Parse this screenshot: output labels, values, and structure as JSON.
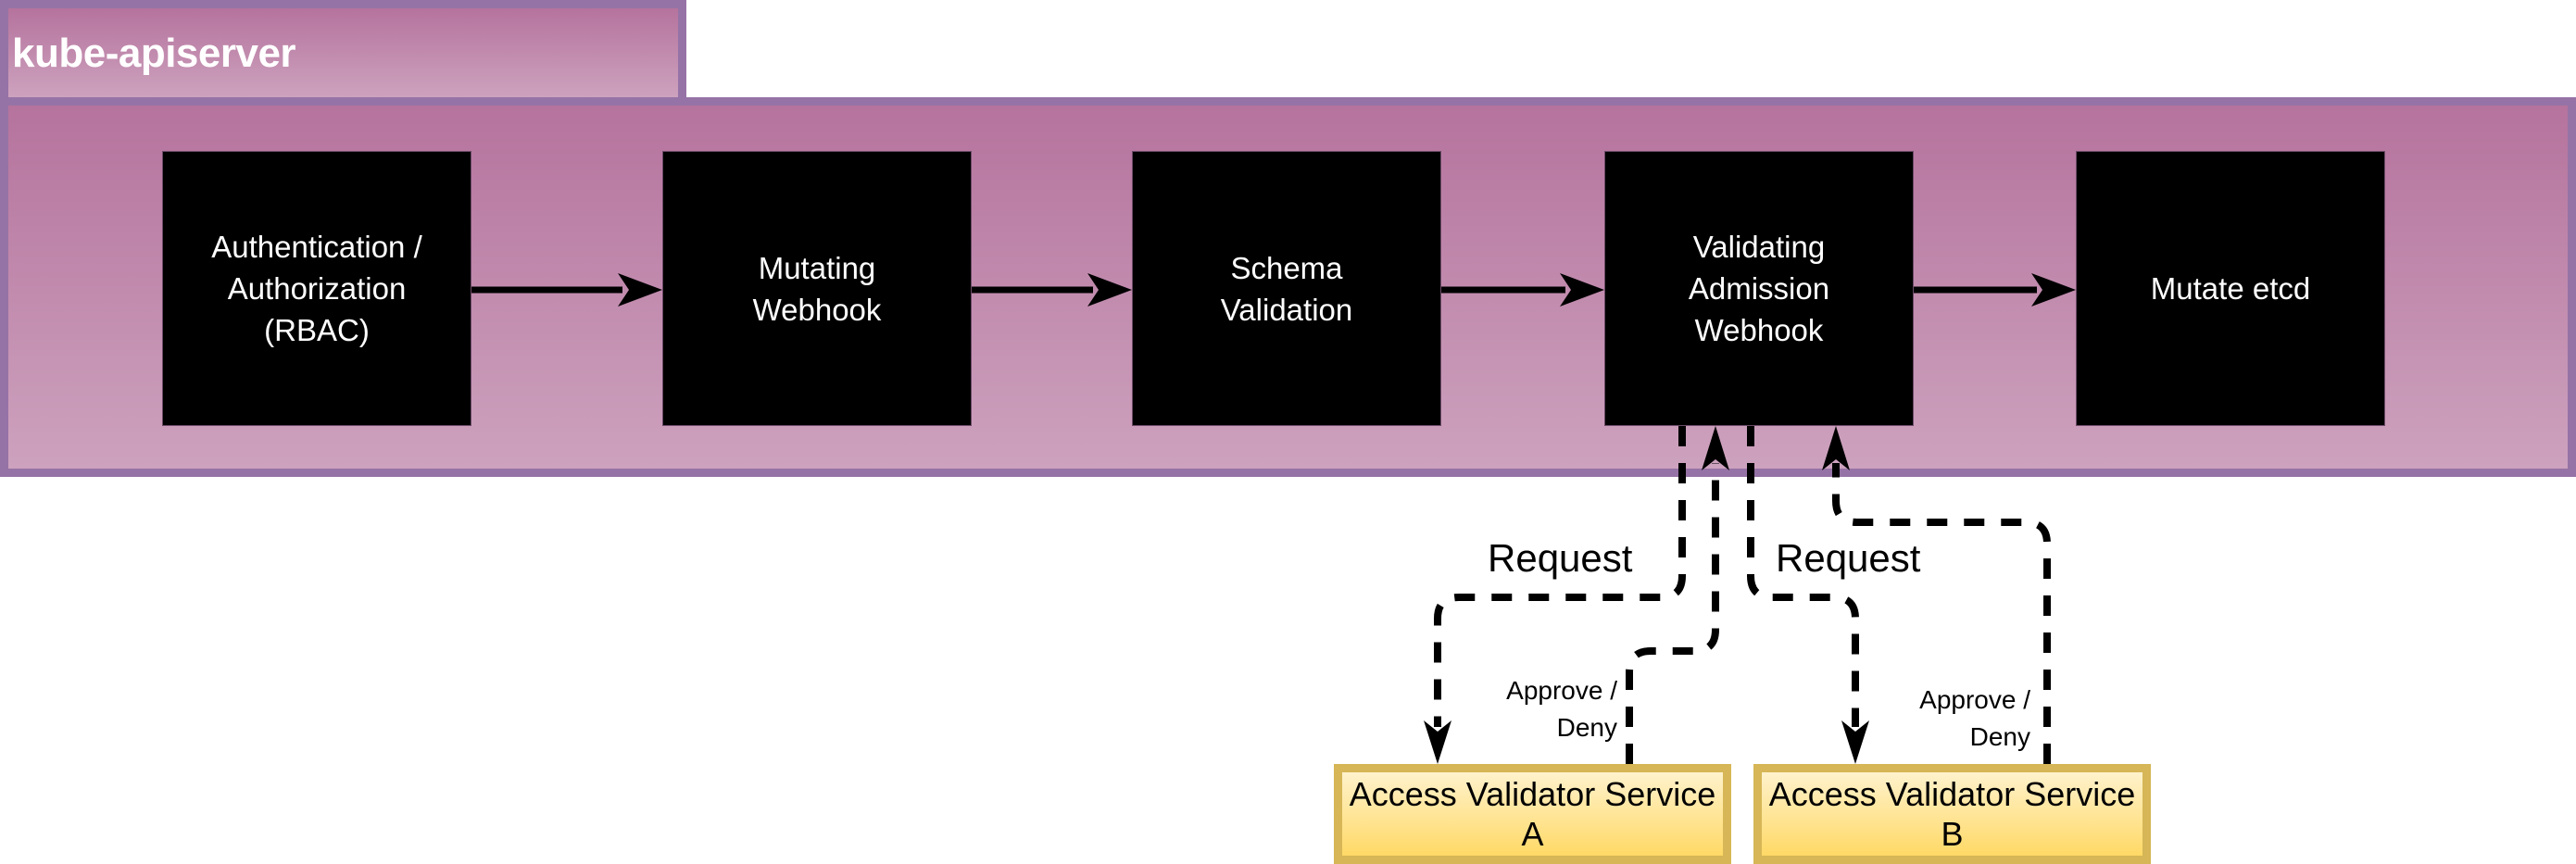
{
  "container": {
    "title": "kube-apiserver",
    "colors": {
      "border": "#9673a6",
      "fill_top": "#b5739d",
      "fill_bottom": "#cda2be"
    }
  },
  "pipeline": {
    "stages": [
      {
        "id": "auth",
        "label": "Authentication /\nAuthorization\n(RBAC)"
      },
      {
        "id": "mutating",
        "label": "Mutating\nWebhook"
      },
      {
        "id": "schema",
        "label": "Schema\nValidation"
      },
      {
        "id": "validating",
        "label": "Validating\nAdmission\nWebhook"
      },
      {
        "id": "etcd",
        "label": "Mutate etcd"
      }
    ],
    "stage_colors": {
      "fill": "#000000",
      "text": "#ffffff"
    }
  },
  "services": [
    {
      "id": "service-a",
      "label": "Access Validator Service\nA"
    },
    {
      "id": "service-b",
      "label": "Access Validator Service\nB"
    }
  ],
  "service_colors": {
    "border": "#d6b656",
    "fill_top": "#fff2cc",
    "fill_bottom": "#ffd966"
  },
  "edges": {
    "flow": [
      {
        "from": "auth",
        "to": "mutating"
      },
      {
        "from": "mutating",
        "to": "schema"
      },
      {
        "from": "schema",
        "to": "validating"
      },
      {
        "from": "validating",
        "to": "etcd"
      }
    ],
    "webhook": [
      {
        "from": "validating",
        "to": "service-a",
        "label": "Request",
        "style": "dashed"
      },
      {
        "from": "service-a",
        "to": "validating",
        "label": "Approve /\nDeny",
        "style": "dashed"
      },
      {
        "from": "validating",
        "to": "service-b",
        "label": "Request",
        "style": "dashed"
      },
      {
        "from": "service-b",
        "to": "validating",
        "label": "Approve /\nDeny",
        "style": "dashed"
      }
    ]
  }
}
